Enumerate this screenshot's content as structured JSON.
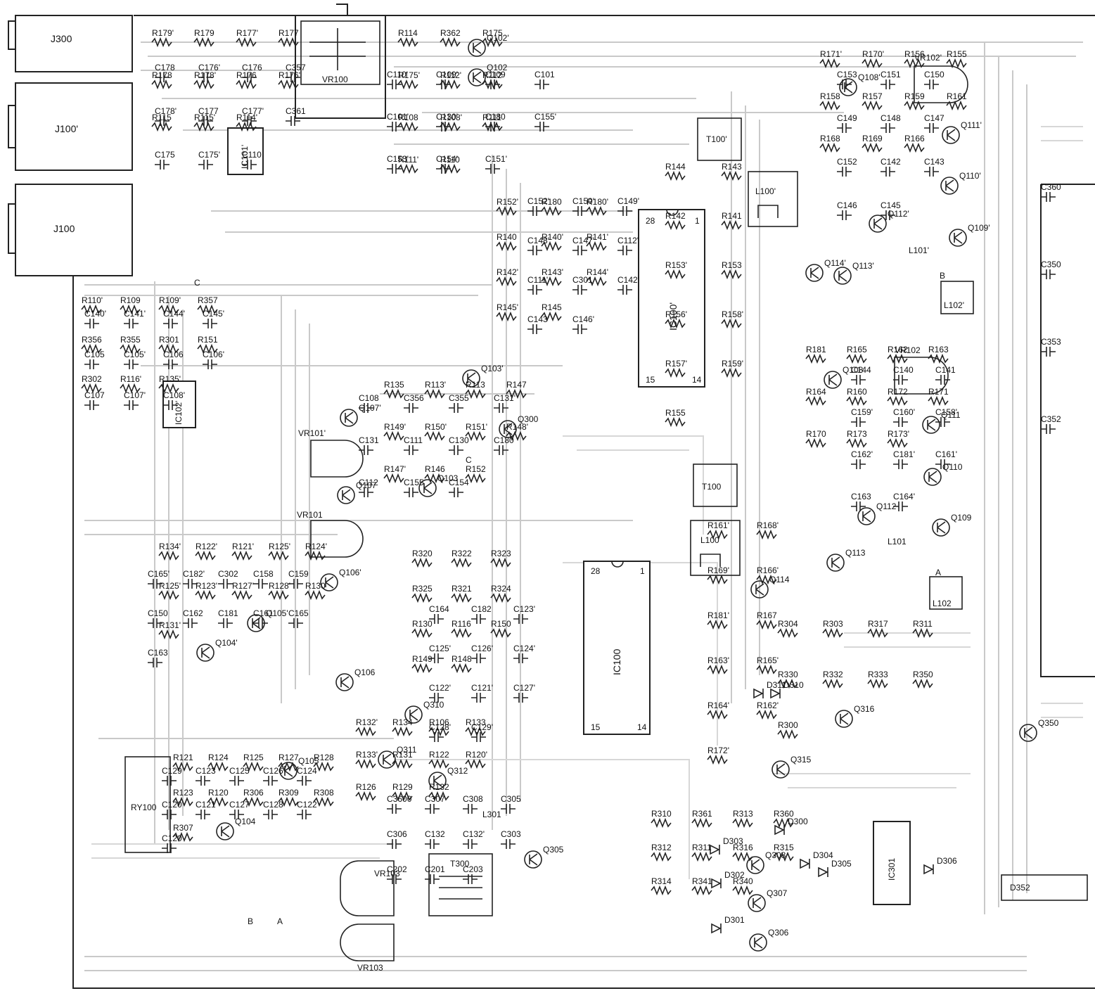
{
  "diagram": {
    "connectors": [
      {
        "id": "j300",
        "label": "J300"
      },
      {
        "id": "j100p",
        "label": "J100'"
      },
      {
        "id": "j100",
        "label": "J100"
      }
    ],
    "ics": [
      {
        "id": "ic100p",
        "label": "IC100'",
        "pin_a": "28",
        "pin_b": "1",
        "pin_c": "15",
        "pin_d": "14"
      },
      {
        "id": "ic100",
        "label": "IC100",
        "pin_a": "28",
        "pin_b": "1",
        "pin_c": "15",
        "pin_d": "14"
      },
      {
        "id": "ic101p",
        "label": "IC101'"
      },
      {
        "id": "ic102p",
        "label": "IC102'"
      },
      {
        "id": "ic301",
        "label": "IC301"
      }
    ],
    "blocks": [
      {
        "id": "vr100",
        "label": "VR100"
      },
      {
        "id": "t100p",
        "label": "T100'"
      },
      {
        "id": "t100",
        "label": "T100"
      },
      {
        "id": "l100p",
        "label": "L100'"
      },
      {
        "id": "l100",
        "label": "L100"
      },
      {
        "id": "ry100",
        "label": "RY100"
      },
      {
        "id": "t300",
        "label": "T300"
      },
      {
        "id": "d352",
        "label": "D352"
      },
      {
        "id": "l102p",
        "label": "L102'"
      },
      {
        "id": "l102",
        "label": "L102"
      }
    ],
    "pots": [
      {
        "id": "vr101p",
        "label": "VR101'"
      },
      {
        "id": "vr101",
        "label": "VR101"
      },
      {
        "id": "vr102p",
        "label": "VR102'"
      },
      {
        "id": "vr102",
        "label": "VR102"
      },
      {
        "id": "vr103a",
        "label": "VR103"
      },
      {
        "id": "vr103b",
        "label": "VR103"
      }
    ],
    "transistors": [
      "Q102'",
      "Q102",
      "Q108'",
      "Q111'",
      "Q110'",
      "Q109'",
      "Q112'",
      "Q113'",
      "Q114'",
      "Q103'",
      "Q300",
      "Q107'",
      "Q107",
      "Q103",
      "Q108",
      "Q111",
      "Q110",
      "Q109",
      "Q112",
      "Q113",
      "Q114",
      "Q106'",
      "Q105'",
      "Q104'",
      "Q106",
      "Q105",
      "Q104",
      "Q310",
      "Q311",
      "Q312",
      "Q305",
      "Q308",
      "Q307",
      "Q306",
      "Q316",
      "Q315",
      "Q350"
    ],
    "diodes": [
      "D311",
      "D310",
      "D300",
      "D303",
      "D302",
      "D301",
      "D304",
      "D305",
      "D306"
    ],
    "resistors": [
      "R179'",
      "R179",
      "R177'",
      "R177",
      "R178",
      "R178'",
      "R176",
      "R176'",
      "R115",
      "R115'",
      "R114'",
      "R114",
      "R362",
      "R175",
      "R175'",
      "R112'",
      "R112",
      "R108",
      "R108'",
      "R111",
      "R111'",
      "R110",
      "R110'",
      "R109",
      "R109'",
      "R357",
      "R356",
      "R355",
      "R301",
      "R151",
      "R302",
      "R116'",
      "R135'",
      "R135",
      "R113'",
      "R113",
      "R147",
      "R149'",
      "R150'",
      "R151'",
      "R148'",
      "R147'",
      "R146",
      "R152",
      "R152'",
      "R180",
      "R180'",
      "R140",
      "R140'",
      "R141'",
      "R142'",
      "R143'",
      "R144'",
      "R145'",
      "R145",
      "R144",
      "R143",
      "R142",
      "R141",
      "R153'",
      "R153",
      "R156'",
      "R158'",
      "R157'",
      "R159'",
      "R155",
      "R161'",
      "R168'",
      "R169'",
      "R166'",
      "R181'",
      "R167",
      "R163'",
      "R165'",
      "R164'",
      "R162'",
      "R172'",
      "R171'",
      "R170'",
      "R156",
      "R155",
      "R158",
      "R157",
      "R159",
      "R161",
      "R168",
      "R169",
      "R166",
      "R181",
      "R165",
      "R162",
      "R163",
      "R164",
      "R160",
      "R172",
      "R171",
      "R170",
      "R173",
      "R173'",
      "R134'",
      "R122'",
      "R121'",
      "R125'",
      "R124'",
      "R125'",
      "R123'",
      "R127'",
      "R128'",
      "R130",
      "R131'",
      "R132'",
      "R134",
      "R106",
      "R133",
      "R133'",
      "R131",
      "R122",
      "R120'",
      "R126",
      "R129",
      "R132",
      "R320",
      "R322",
      "R323",
      "R325",
      "R321",
      "R324",
      "R130",
      "R116",
      "R150",
      "R149",
      "R148",
      "R121",
      "R124",
      "R125",
      "R127",
      "R128",
      "R123",
      "R120",
      "R306",
      "R309",
      "R308",
      "R307",
      "R310",
      "R361",
      "R313",
      "R360",
      "R312",
      "R311",
      "R316",
      "R315",
      "R314",
      "R341",
      "R340",
      "R304",
      "R303",
      "R317",
      "R311",
      "R330",
      "R332",
      "R333",
      "R350",
      "R300"
    ],
    "capacitors": [
      "C178",
      "C176'",
      "C176",
      "C357",
      "C178'",
      "C177",
      "C177'",
      "C361",
      "C175",
      "C175'",
      "C110",
      "C110'",
      "C109'",
      "C109",
      "C101",
      "C101'",
      "C130'",
      "C180",
      "C155'",
      "C153'",
      "C154'",
      "C151'",
      "C152'",
      "C150'",
      "C149'",
      "C148'",
      "C147'",
      "C112'",
      "C111'",
      "C301",
      "C142'",
      "C143'",
      "C146'",
      "C140'",
      "C141'",
      "C144'",
      "C145'",
      "C105",
      "C105'",
      "C106",
      "C106'",
      "C107",
      "C107'",
      "C108'",
      "C108",
      "C356",
      "C355",
      "C131'",
      "C131",
      "C111",
      "C130",
      "C180",
      "C112",
      "C155",
      "C154",
      "C153",
      "C151",
      "C150",
      "C149",
      "C148",
      "C147",
      "C152",
      "C142",
      "C143",
      "C146",
      "C145",
      "C144",
      "C140",
      "C141",
      "C159'",
      "C160'",
      "C158'",
      "C162'",
      "C181'",
      "C161'",
      "C163",
      "C164'",
      "C165'",
      "C182'",
      "C302",
      "C158",
      "C159",
      "C150",
      "C162",
      "C181",
      "C161",
      "C165",
      "C163",
      "C164",
      "C182",
      "C123'",
      "C125'",
      "C126'",
      "C124'",
      "C122'",
      "C121'",
      "C127'",
      "C128'",
      "C129'",
      "C129",
      "C123",
      "C125",
      "C126",
      "C124",
      "C120'",
      "C121",
      "C127",
      "C128",
      "C122",
      "C120",
      "C3600",
      "C307",
      "C308",
      "C305",
      "C306",
      "C132",
      "C132'",
      "C303",
      "C202",
      "C201",
      "C203",
      "C360",
      "C350",
      "C353",
      "C352"
    ],
    "misc": [
      {
        "id": "c_label1",
        "label": "C"
      },
      {
        "id": "c_label2",
        "label": "C"
      },
      {
        "id": "b_label1",
        "label": "B"
      },
      {
        "id": "a_label1",
        "label": "A"
      },
      {
        "id": "b_label2",
        "label": "B"
      },
      {
        "id": "a_label2",
        "label": "A"
      },
      {
        "id": "l101p",
        "label": "L101'"
      },
      {
        "id": "l101",
        "label": "L101"
      },
      {
        "id": "l301",
        "label": "L301"
      }
    ],
    "colors": {
      "ink": "#222222",
      "trace": "#c9c9c9",
      "background": "#ffffff"
    }
  }
}
